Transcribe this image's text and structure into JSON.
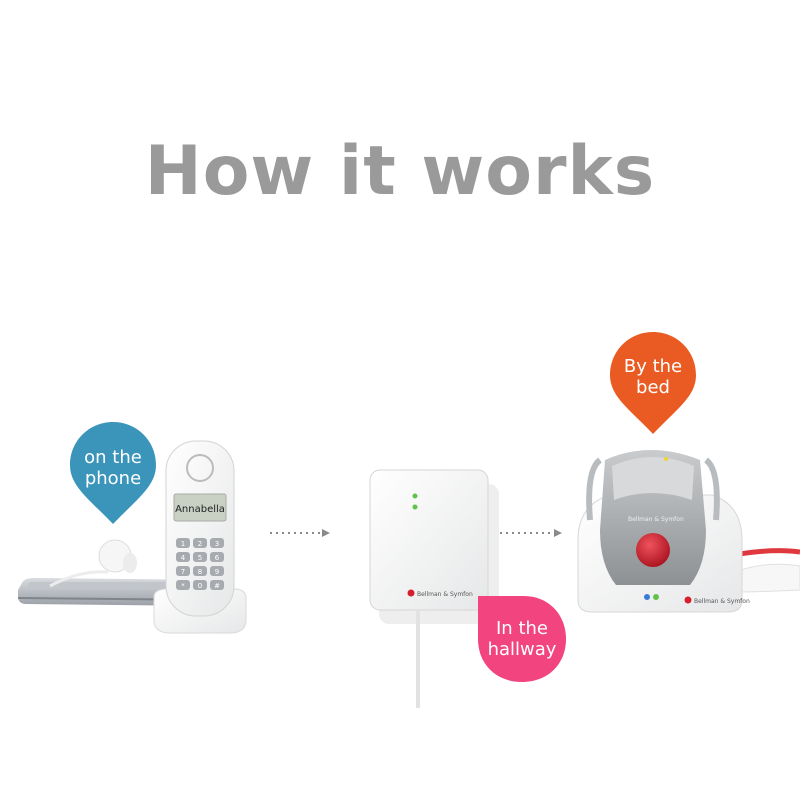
{
  "title": "How it works",
  "labels": {
    "phone": "on the\nphone",
    "hallway": "In the\nhallway",
    "bed": "By the\nbed"
  },
  "devices": {
    "handset_display": "Annabella",
    "brand": "Bellman & Symfon",
    "keypad": [
      "1",
      "2",
      "3",
      "4",
      "5",
      "6",
      "7",
      "8",
      "9",
      "*",
      "0",
      "#"
    ]
  },
  "colors": {
    "phone_pin": "#3b95bb",
    "hallway_pin": "#f2447e",
    "bed_pin": "#e95b22",
    "title": "#9a9a9a",
    "alarm_button": "#d51f2e"
  }
}
